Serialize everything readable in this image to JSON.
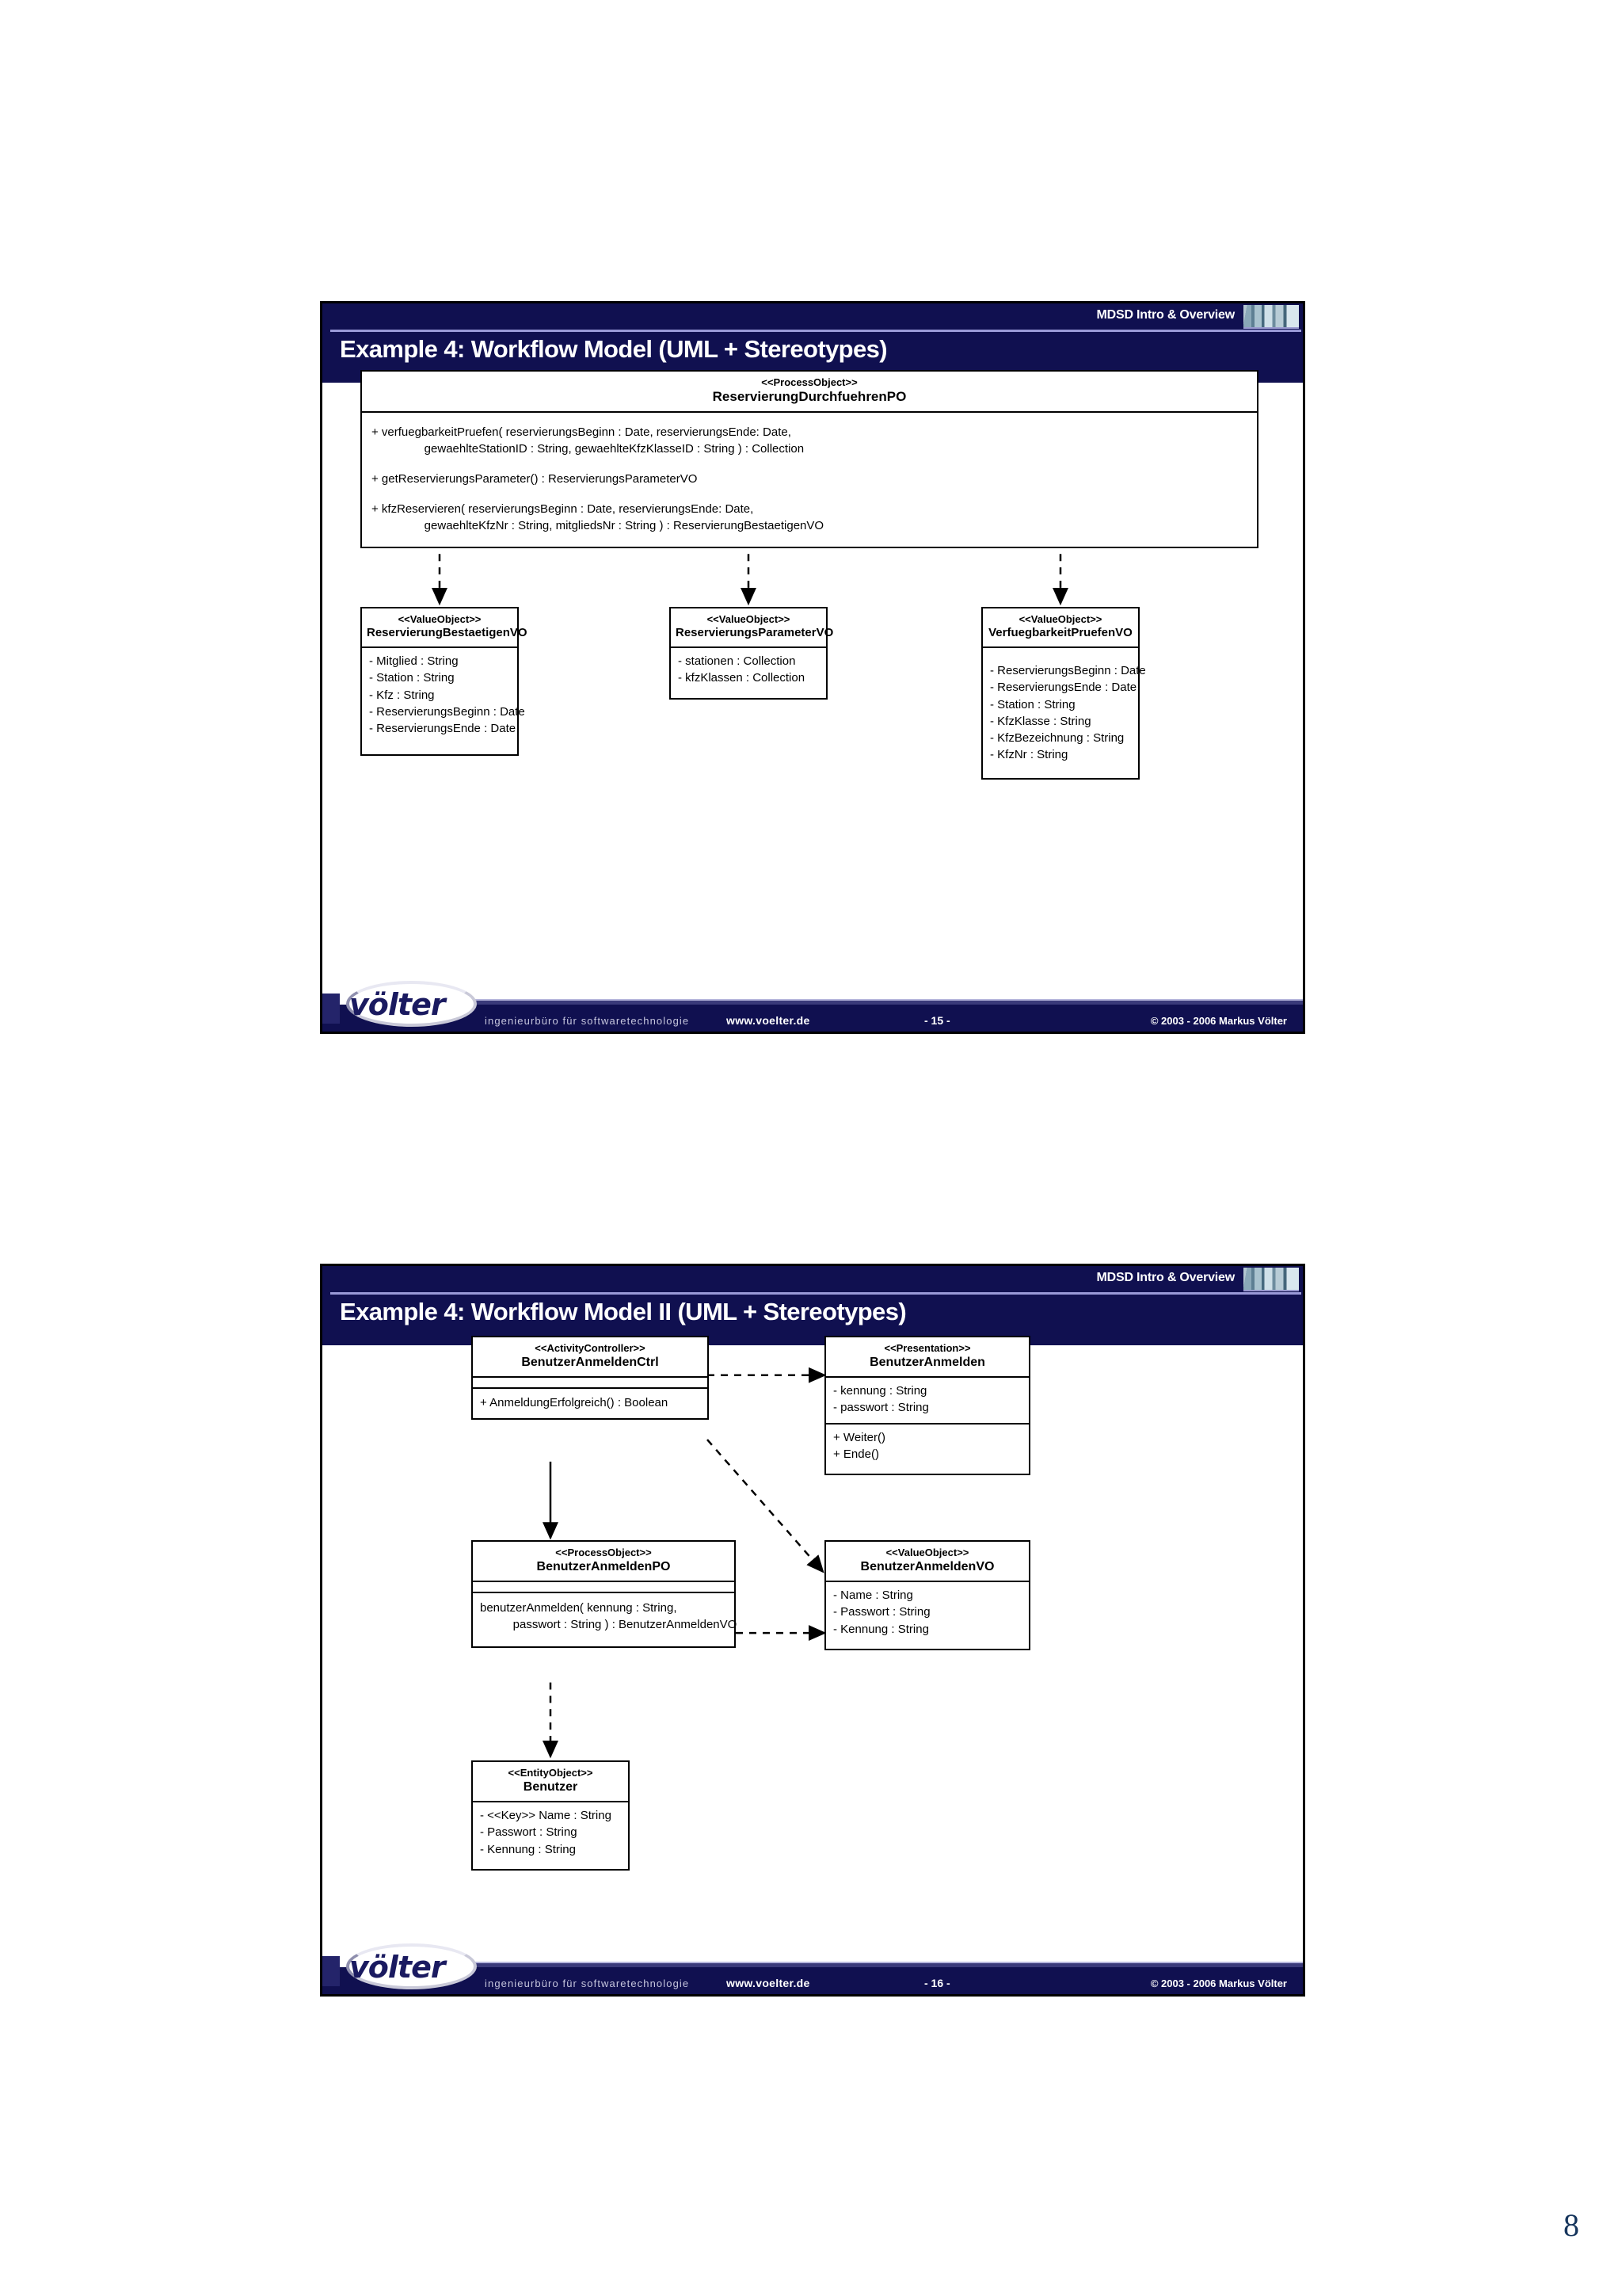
{
  "page": {
    "page_number": "8",
    "accent_navy": "#101050",
    "page_number_color": "#17365d"
  },
  "slides": [
    {
      "kicker": "MDSD Intro & Overview",
      "title": "Example 4: Workflow Model (UML + Stereotypes)",
      "footer": {
        "logo_text": "völter",
        "tagline": "ingenieurbüro für softwaretechnologie",
        "url": "www.voelter.de",
        "page": "- 15 -",
        "copyright": "© 2003 - 2006 Markus Völter"
      },
      "classes": [
        {
          "id": "reservierung-durchfuehren-po",
          "stereotype": "<<ProcessObject>>",
          "name": "ReservierungDurchfuehrenPO",
          "attributes": [],
          "operations": [
            "+ verfuegbarkeitPruefen( reservierungsBeginn : Date, reservierungsEnde: Date,\n                gewaehlteStationID : String, gewaehlteKfzKlasseID : String ) : Collection",
            "+ getReservierungsParameter() : ReservierungsParameterVO",
            "+ kfzReservieren( reservierungsBeginn : Date, reservierungsEnde: Date,\n                gewaehlteKfzNr : String, mitgliedsNr : String ) : ReservierungBestaetigenVO"
          ]
        },
        {
          "id": "reservierung-bestaetigen-vo",
          "stereotype": "<<ValueObject>>",
          "name": "ReservierungBestaetigenVO",
          "attributes": [
            "- Mitglied : String",
            "- Station : String",
            "- Kfz : String",
            "- ReservierungsBeginn : Date",
            "- ReservierungsEnde : Date"
          ],
          "operations": []
        },
        {
          "id": "reservierungs-parameter-vo",
          "stereotype": "<<ValueObject>>",
          "name": "ReservierungsParameterVO",
          "attributes": [
            "- stationen : Collection",
            "- kfzKlassen : Collection"
          ],
          "operations": []
        },
        {
          "id": "verfuegbarkeit-pruefen-vo",
          "stereotype": "<<ValueObject>>",
          "name": "VerfuegbarkeitPruefenVO",
          "attributes": [
            "- ReservierungsBeginn : Date",
            "- ReservierungsEnde : Date",
            "- Station : String",
            "- KfzKlasse : String",
            "- KfzBezeichnung : String",
            "- KfzNr : String"
          ],
          "operations": []
        }
      ],
      "connectors": [
        {
          "from": "reservierung-durchfuehren-po",
          "to": "reservierung-bestaetigen-vo",
          "style": "dashed-arrow"
        },
        {
          "from": "reservierung-durchfuehren-po",
          "to": "reservierungs-parameter-vo",
          "style": "dashed-arrow"
        },
        {
          "from": "reservierung-durchfuehren-po",
          "to": "verfuegbarkeit-pruefen-vo",
          "style": "dashed-arrow"
        }
      ]
    },
    {
      "kicker": "MDSD Intro & Overview",
      "title": "Example 4: Workflow Model II (UML + Stereotypes)",
      "footer": {
        "logo_text": "völter",
        "tagline": "ingenieurbüro für softwaretechnologie",
        "url": "www.voelter.de",
        "page": "- 16 -",
        "copyright": "© 2003 - 2006 Markus Völter"
      },
      "classes": [
        {
          "id": "benutzer-anmelden-ctrl",
          "stereotype": "<<ActivityController>>",
          "name": "BenutzerAnmeldenCtrl",
          "attributes": [],
          "operations": [
            "+ AnmeldungErfolgreich() : Boolean"
          ]
        },
        {
          "id": "benutzer-anmelden",
          "stereotype": "<<Presentation>>",
          "name": "BenutzerAnmelden",
          "attributes": [
            "- kennung : String",
            "- passwort : String"
          ],
          "operations": [
            "+ Weiter()",
            "+ Ende()"
          ]
        },
        {
          "id": "benutzer-anmelden-po",
          "stereotype": "<<ProcessObject>>",
          "name": "BenutzerAnmeldenPO",
          "attributes": [],
          "operations": [
            "benutzerAnmelden( kennung : String,\n          passwort : String ) : BenutzerAnmeldenVO"
          ]
        },
        {
          "id": "benutzer-anmelden-vo",
          "stereotype": "<<ValueObject>>",
          "name": "BenutzerAnmeldenVO",
          "attributes": [
            "- Name : String",
            "- Passwort : String",
            "- Kennung : String"
          ],
          "operations": []
        },
        {
          "id": "benutzer",
          "stereotype": "<<EntityObject>>",
          "name": "Benutzer",
          "attributes": [
            "- <<Key>> Name : String",
            "- Passwort : String",
            "- Kennung : String"
          ],
          "operations": []
        }
      ],
      "connectors": [
        {
          "from": "benutzer-anmelden-ctrl",
          "to": "benutzer-anmelden",
          "style": "dashed-arrow"
        },
        {
          "from": "benutzer-anmelden-ctrl",
          "to": "benutzer-anmelden-po",
          "style": "solid-arrow"
        },
        {
          "from": "benutzer-anmelden-ctrl",
          "to": "benutzer-anmelden-vo",
          "style": "dashed-arrow"
        },
        {
          "from": "benutzer-anmelden-po",
          "to": "benutzer-anmelden-vo",
          "style": "dashed-arrow"
        },
        {
          "from": "benutzer-anmelden-po",
          "to": "benutzer",
          "style": "dashed-arrow"
        }
      ]
    }
  ]
}
